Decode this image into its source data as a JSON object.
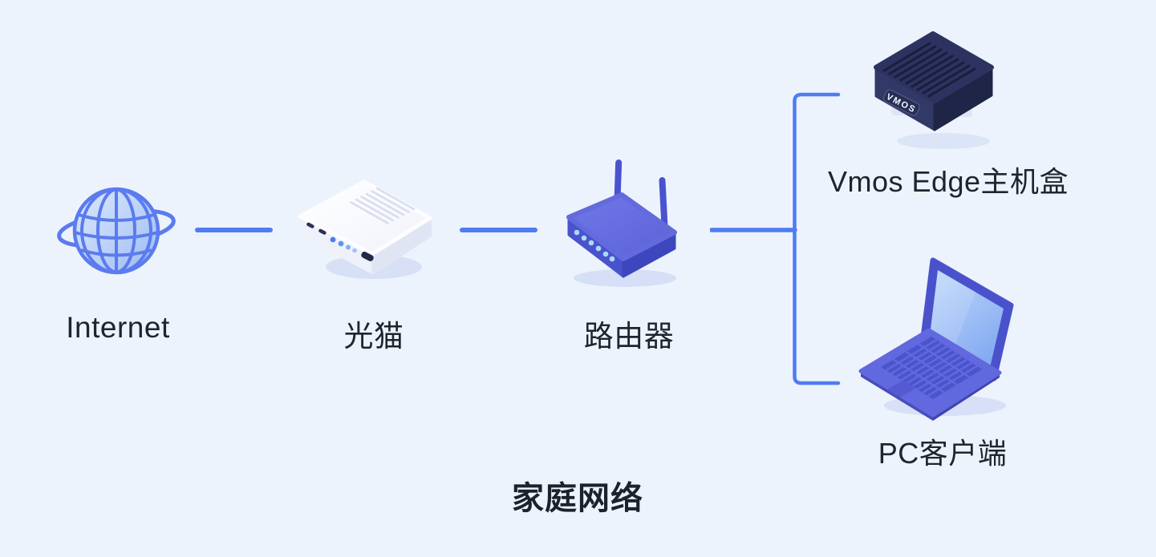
{
  "diagram": {
    "title": "家庭网络",
    "nodes": [
      {
        "id": "internet",
        "label": "Internet",
        "icon": "globe-icon"
      },
      {
        "id": "modem",
        "label": "光猫",
        "icon": "modem-icon"
      },
      {
        "id": "router",
        "label": "路由器",
        "icon": "router-icon"
      },
      {
        "id": "vmos-box",
        "label": "Vmos Edge主机盒",
        "icon": "vmos-box-icon",
        "badge": "VMOS"
      },
      {
        "id": "pc-client",
        "label": "PC客户端",
        "icon": "laptop-icon"
      }
    ],
    "edges": [
      {
        "from": "internet",
        "to": "modem"
      },
      {
        "from": "modem",
        "to": "router"
      },
      {
        "from": "router",
        "to": "vmos-box"
      },
      {
        "from": "router",
        "to": "pc-client"
      }
    ],
    "colors": {
      "background": "#EDF3FC",
      "connector": "#4E7CF3",
      "label_text": "#20242E",
      "globe_stroke": "#5B7BEF",
      "modem_body": "#FFFFFF",
      "router_body": "#6A6FE0",
      "vmos_body": "#2B325C",
      "laptop_deck": "#6268DE",
      "laptop_screen": "#9ECBF2"
    }
  }
}
